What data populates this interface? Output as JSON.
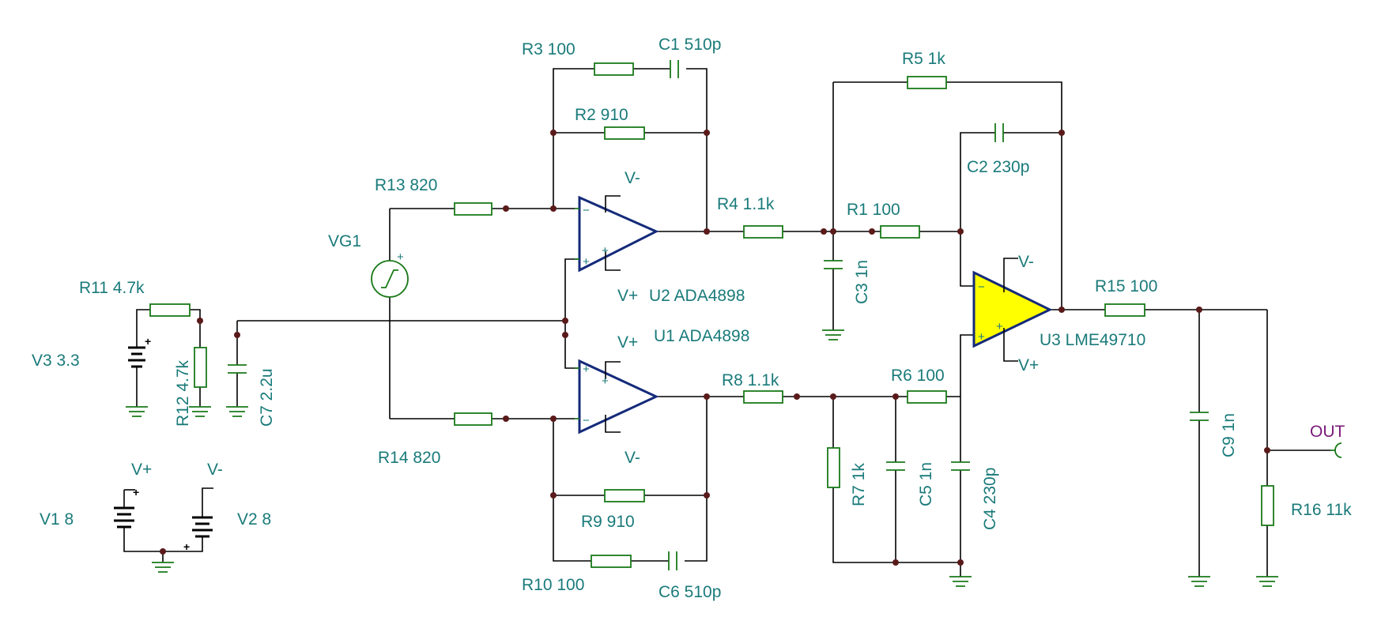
{
  "labels": {
    "r3": "R3 100",
    "c1": "C1 510p",
    "r2": "R2 910",
    "r13": "R13 820",
    "vg1": "VG1",
    "r11": "R11 4.7k",
    "v3": "V3 3.3",
    "r12": "R12 4.7k",
    "c7": "C7 2.2u",
    "u2": "U2 ADA4898",
    "u1": "U1 ADA4898",
    "r4": "R4 1.1k",
    "r8": "R8 1.1k",
    "r14": "R14 820",
    "r9": "R9 910",
    "r10": "R10 100",
    "c6": "C6 510p",
    "r5": "R5 1k",
    "c2": "C2 230p",
    "r1": "R1 100",
    "c3": "C3 1n",
    "u3": "U3 LME49710",
    "r6": "R6 100",
    "r7": "R7 1k",
    "c5": "C5 1n",
    "c4": "C4 230p",
    "r15": "R15 100",
    "c9": "C9 1n",
    "r16": "R16 11k",
    "out": "OUT",
    "v1": "V1 8",
    "v2": "V2 8",
    "vplus": "V+",
    "vminus": "V-",
    "plus": "+",
    "minus": "−"
  }
}
